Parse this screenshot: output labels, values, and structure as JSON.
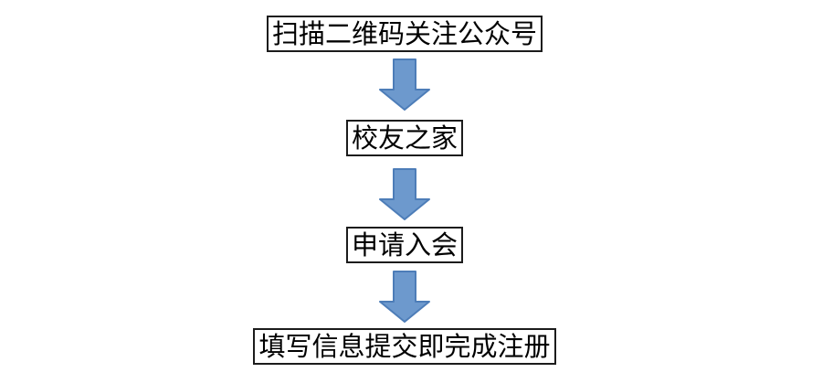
{
  "flowchart": {
    "title": "registration-flow",
    "steps": [
      {
        "label": "扫描二维码关注公众号"
      },
      {
        "label": "校友之家"
      },
      {
        "label": "申请入会"
      },
      {
        "label": "填写信息提交即完成注册"
      }
    ],
    "connector": "down-block-arrow"
  },
  "colors": {
    "background": "#ffffff",
    "box_border": "#1c1c1c",
    "text": "#000000",
    "arrow_fill": "#6d99cd",
    "arrow_border": "#4d7db8"
  }
}
